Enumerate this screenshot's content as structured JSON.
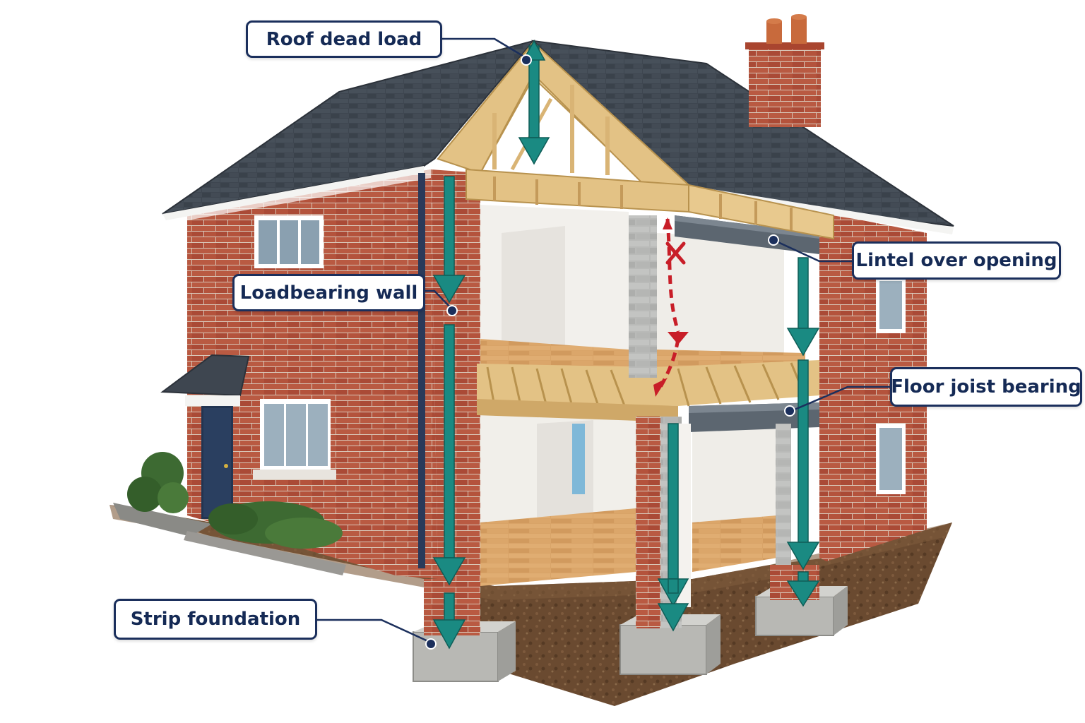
{
  "callouts": {
    "roof_dead_load": "Roof dead load",
    "loadbearing_wall": "Loadbearing wall",
    "lintel_over_opening": "Lintel over opening",
    "floor_joist_bearing": "Floor joist bearing",
    "strip_foundation": "Strip foundation"
  },
  "colors": {
    "load_arrow": "#1a8a82",
    "invalid_path": "#c81e28",
    "callout_border": "#1b2f5c",
    "brick": "#b5503a",
    "roof_tile": "#3e4650",
    "timber": "#dcb878",
    "steel": "#5c6670",
    "soil": "#6a4a30",
    "concrete": "#b8b8b4"
  }
}
